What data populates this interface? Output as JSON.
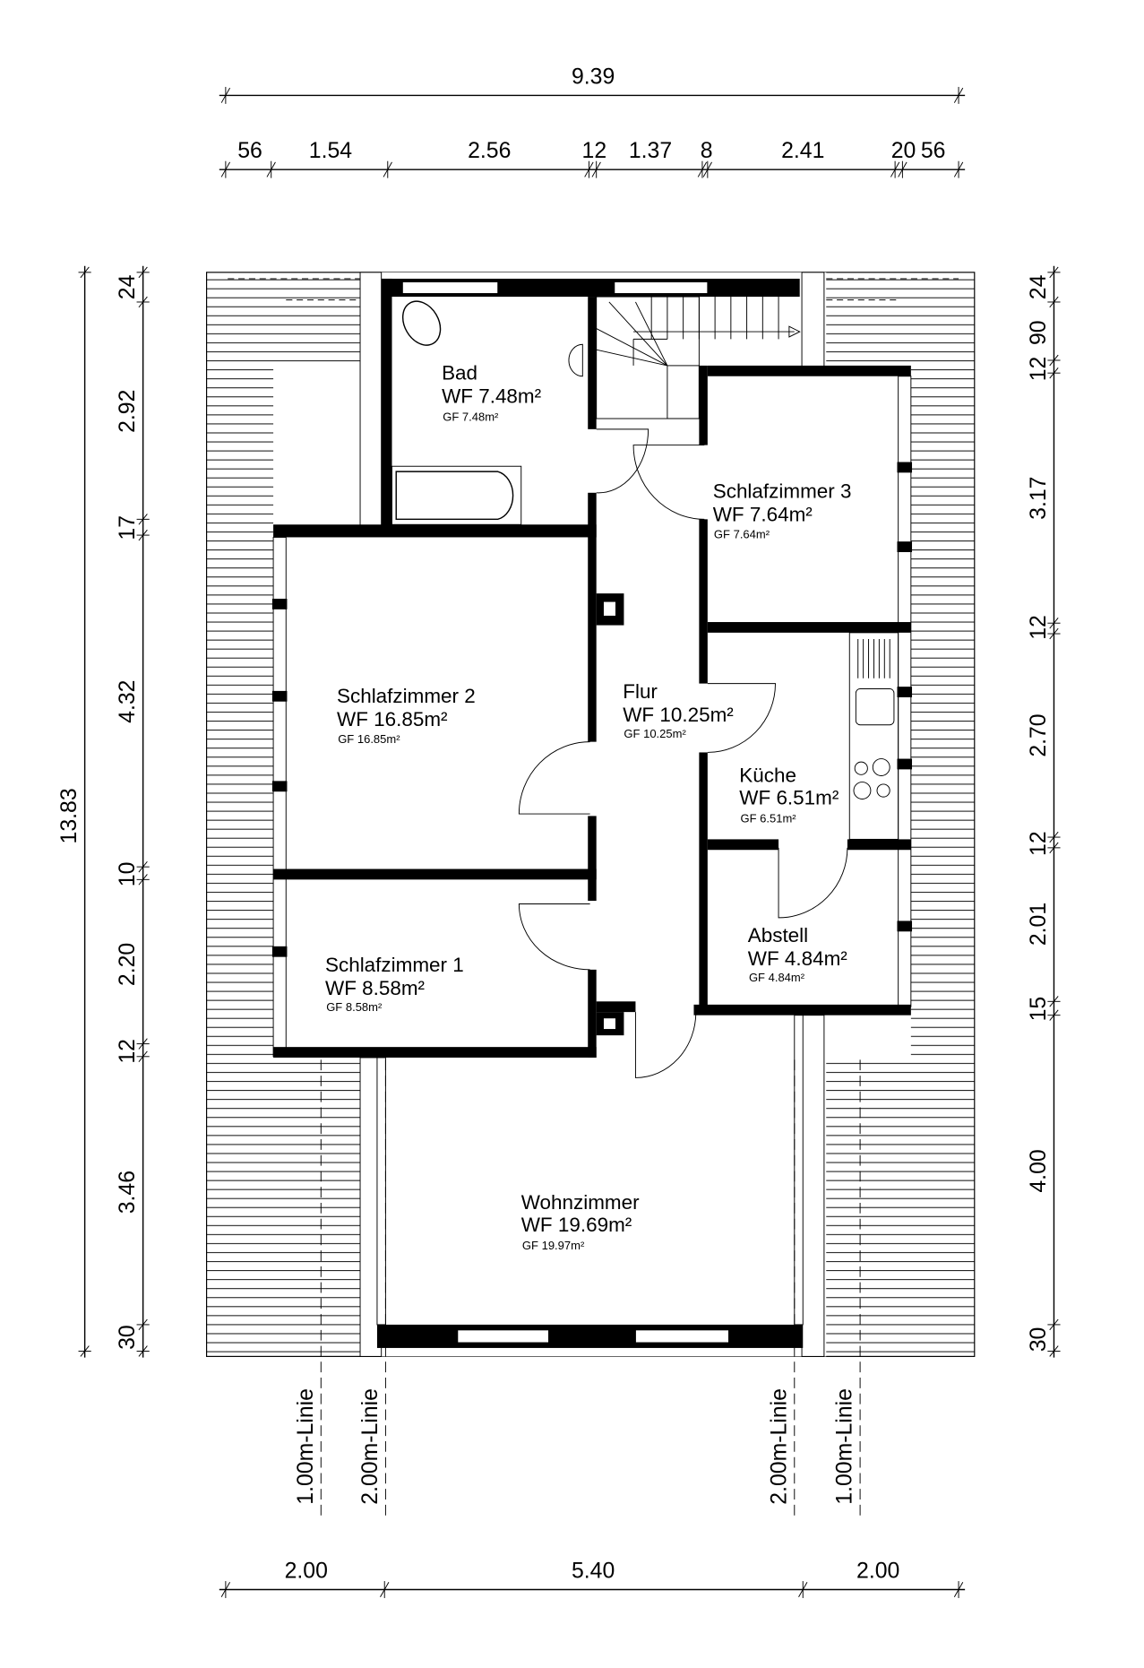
{
  "dimensions": {
    "top_total": "9.39",
    "top_segments": [
      "56",
      "1.54",
      "2.56",
      "12",
      "1.37",
      "8",
      "2.41",
      "20",
      "56"
    ],
    "left_total": "13.83",
    "left_segments": [
      "24",
      "2.92",
      "17",
      "4.32",
      "10",
      "2.20",
      "12",
      "3.46",
      "30"
    ],
    "right_segments": [
      "24",
      "90",
      "12",
      "3.17",
      "12",
      "2.70",
      "12",
      "2.01",
      "15",
      "4.00",
      "30"
    ],
    "bottom_segments": [
      "2.00",
      "5.40",
      "2.00"
    ]
  },
  "lines": {
    "left_1m": "1.00m-Linie",
    "left_2m": "2.00m-Linie",
    "right_2m": "2.00m-Linie",
    "right_1m": "1.00m-Linie"
  },
  "rooms": {
    "bad": {
      "name": "Bad",
      "wf": "WF 7.48m²",
      "gf": "GF 7.48m²"
    },
    "sz3": {
      "name": "Schlafzimmer 3",
      "wf": "WF 7.64m²",
      "gf": "GF 7.64m²"
    },
    "sz2": {
      "name": "Schlafzimmer 2",
      "wf": "WF 16.85m²",
      "gf": "GF 16.85m²"
    },
    "flur": {
      "name": "Flur",
      "wf": "WF 10.25m²",
      "gf": "GF 10.25m²"
    },
    "kueche": {
      "name": "Küche",
      "wf": "WF 6.51m²",
      "gf": "GF 6.51m²"
    },
    "abstell": {
      "name": "Abstell",
      "wf": "WF 4.84m²",
      "gf": "GF 4.84m²"
    },
    "sz1": {
      "name": "Schlafzimmer 1",
      "wf": "WF 8.58m²",
      "gf": "GF 8.58m²"
    },
    "wohn": {
      "name": "Wohnzimmer",
      "wf": "WF 19.69m²",
      "gf": "GF 19.97m²"
    }
  }
}
